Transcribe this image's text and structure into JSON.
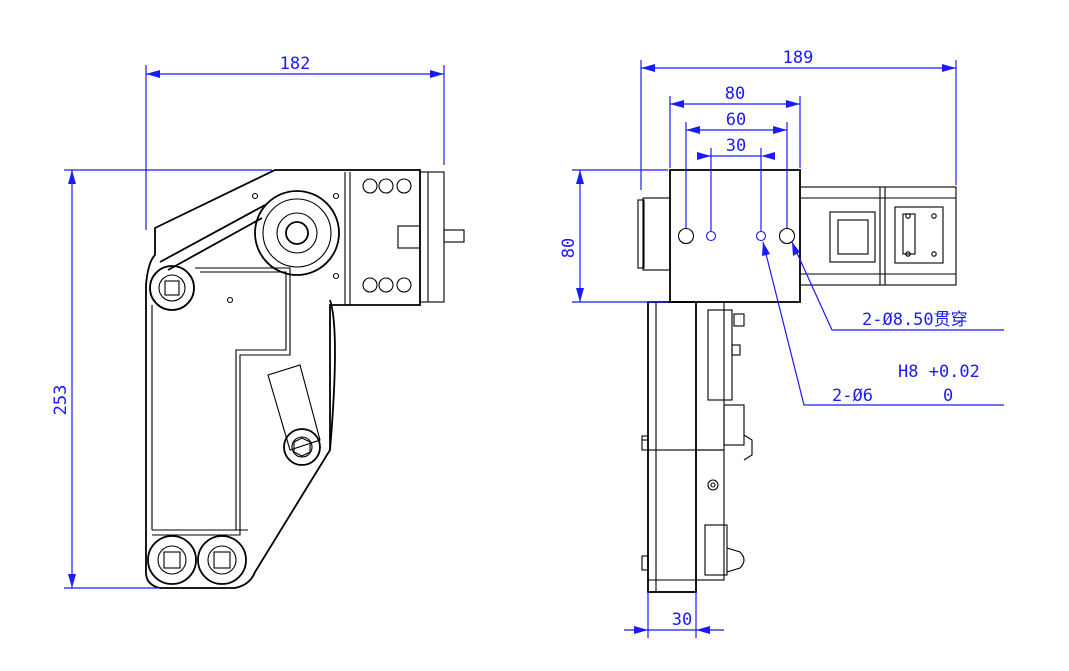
{
  "front_view": {
    "width_dim": "182",
    "height_dim": "253"
  },
  "side_view": {
    "width_dim": "189",
    "hole_spacing_outer": "80",
    "hole_spacing_mid": "60",
    "hole_spacing_inner": "30",
    "block_height": "80",
    "base_width": "30",
    "callout_through_holes": "2-Ø8.50贯穿",
    "callout_pin_holes": "2-Ø6",
    "tolerance_label": "H8 +0.02",
    "tolerance_lower": "0"
  },
  "colors": {
    "dimension": "#1a1aff",
    "outline": "#000000"
  }
}
